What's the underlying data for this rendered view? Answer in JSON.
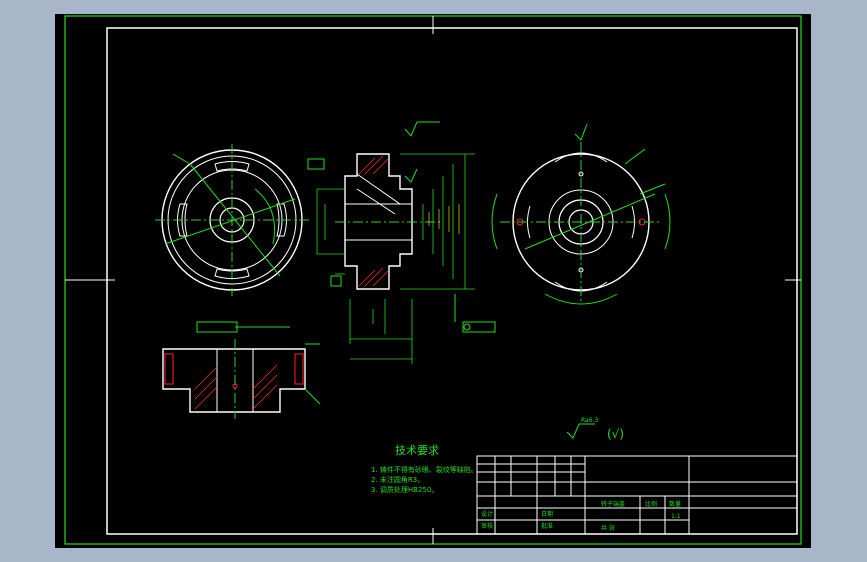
{
  "drawing": {
    "tech_req_title": "技术要求",
    "tech_req_lines": [
      "1. 铸件不得有砂眼、裂纹等缺陷。",
      "2. 未注圆角R3。",
      "3. 调质处理HB250。"
    ],
    "roughness_note": "Ra6.3",
    "roughness_paren": "(√)"
  },
  "title_block": {
    "part_name": "转子端盖",
    "scale_label": "比例",
    "scale_value": "1:1",
    "qty_label": "数量",
    "sheet_label": "共 张",
    "designer_label": "设计",
    "checker_label": "审核",
    "approver_label": "批准",
    "date_label": "日期"
  },
  "colors": {
    "sheet_bg": "#000000",
    "outline": "#ffffff",
    "dimension": "#22dd22",
    "centerline": "#33cc33",
    "highlight": "#ffff33",
    "accent": "#ff2222",
    "desktop_bg": "#a7b6c9"
  }
}
